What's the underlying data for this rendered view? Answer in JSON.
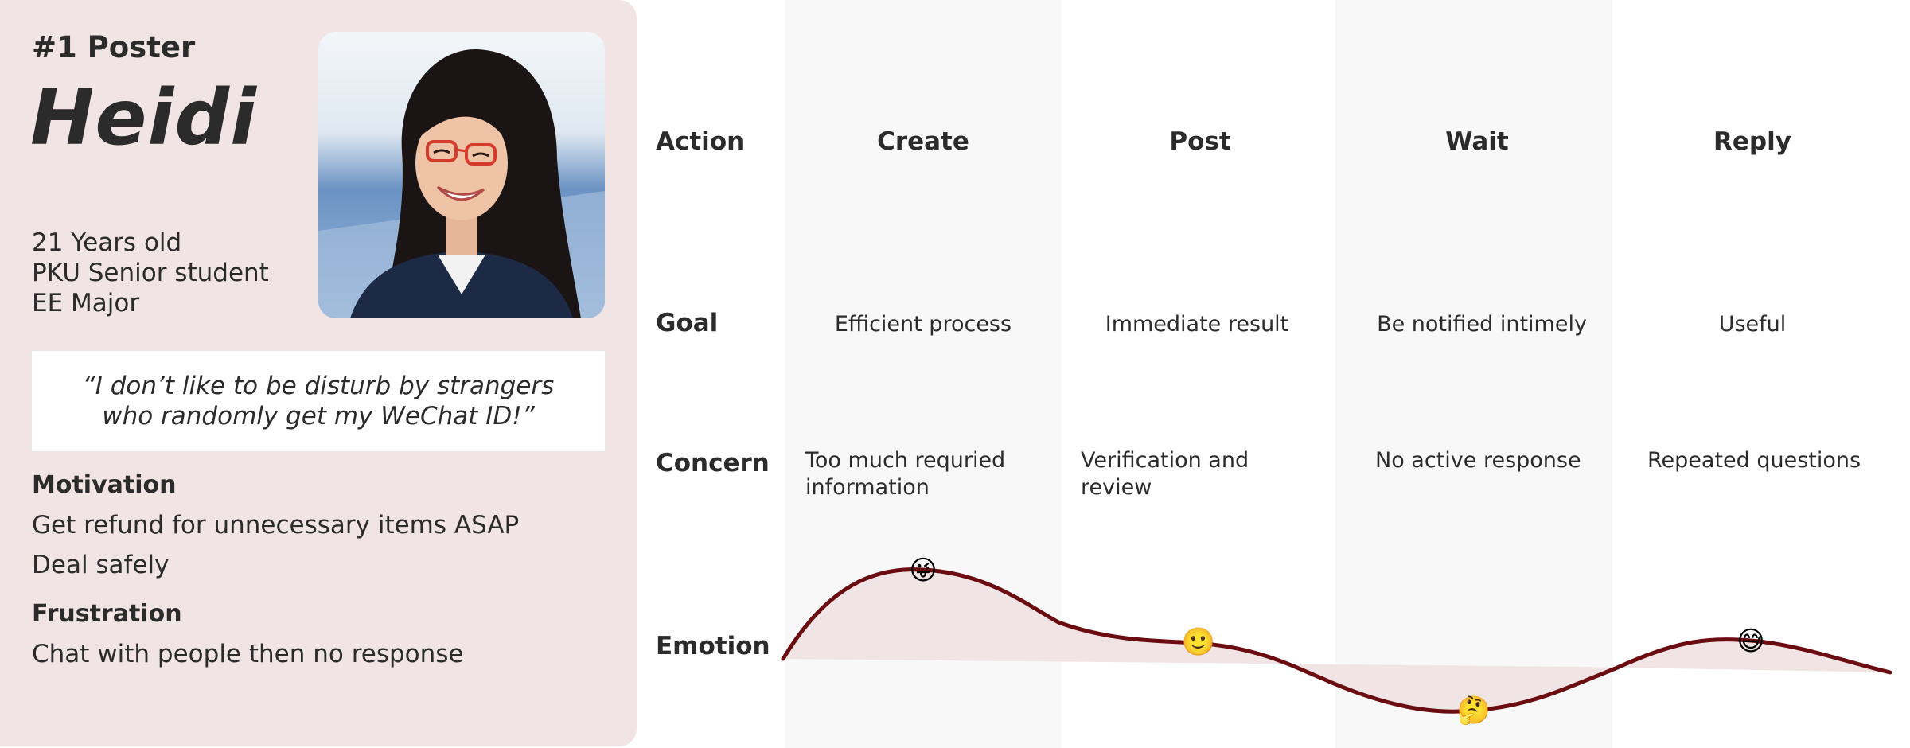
{
  "persona": {
    "tag": "#1 Poster",
    "name": "Heidi",
    "facts": [
      "21 Years old",
      "PKU Senior student",
      "EE Major"
    ],
    "quote_line1": "“I don’t like to be disturb by strangers",
    "quote_line2": "who randomly get my WeChat ID!”",
    "motivation_heading": "Motivation",
    "motivations": [
      "Get refund for unnecessary items ASAP",
      "Deal safely"
    ],
    "frustration_heading": "Frustration",
    "frustrations": [
      "Chat with people then no response"
    ]
  },
  "journey": {
    "row_labels": {
      "action": "Action",
      "goal": "Goal",
      "concern": "Concern",
      "emotion": "Emotion"
    },
    "stages": [
      {
        "action": "Create",
        "goal": "Efficient process",
        "concern": [
          "Too much requried",
          "information"
        ],
        "emoji": "😜"
      },
      {
        "action": "Post",
        "goal": "Immediate result",
        "concern": [
          "Verification and",
          "review"
        ],
        "emoji": "🙂"
      },
      {
        "action": "Wait",
        "goal": "Be notified intimely",
        "concern": [
          "No active response"
        ],
        "emoji": "🤔"
      },
      {
        "action": "Reply",
        "goal": "Useful",
        "concern": [
          "Repeated questions"
        ],
        "emoji": "😅"
      }
    ]
  },
  "colors": {
    "card_bg": "#f1e4e5",
    "curve": "#6b0c10",
    "curve_fill": "#f1e4e5",
    "stripe": "#f8f8f8"
  }
}
